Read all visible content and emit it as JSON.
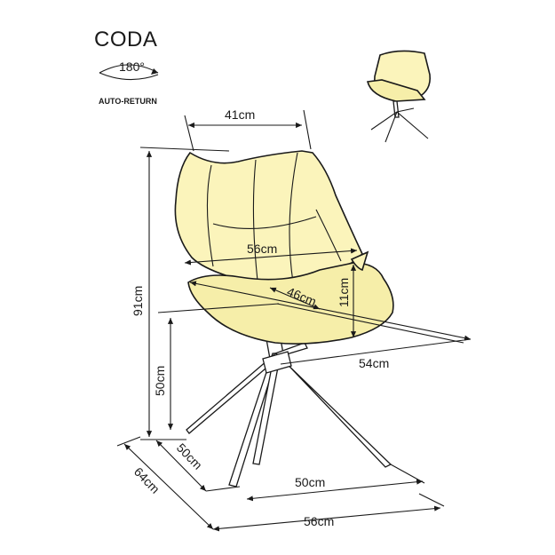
{
  "product": {
    "name": "CODA",
    "rotation_label": "180°",
    "feature_label": "AUTO-RETURN"
  },
  "dimensions": {
    "back_width": "41cm",
    "seat_width": "56cm",
    "seat_depth": "46cm",
    "armrest_height": "11cm",
    "overall_height": "91cm",
    "seat_height": "50cm",
    "total_depth": "54cm",
    "base_depth": "50cm",
    "base_width": "50cm",
    "overall_depth": "64cm",
    "overall_width": "56cm"
  },
  "colors": {
    "upholstery": "#fbf4bb",
    "seat": "#f6eea9",
    "lines": "#1a1a1a"
  }
}
